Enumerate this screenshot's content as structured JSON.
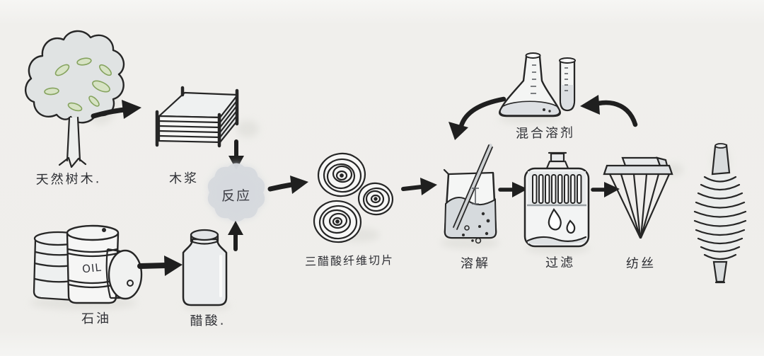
{
  "diagram": {
    "description_labels": {
      "natural_wood": "天然树木.",
      "wood_pulp": "木浆",
      "reaction": "反应",
      "petroleum": "石油",
      "oil_barrel_text": "OIL",
      "acetic_acid": "醋酸.",
      "triacetate_chips": "三醋酸纤维切片",
      "mixed_solvent": "混合溶剂",
      "dissolve": "溶解",
      "filter": "过滤",
      "spinning": "纺丝"
    },
    "flow_arrows": [
      {
        "from": "natural_wood",
        "to": "wood_pulp",
        "style": "straight"
      },
      {
        "from": "wood_pulp",
        "to": "reaction",
        "style": "straight"
      },
      {
        "from": "petroleum",
        "to": "acetic_acid",
        "style": "straight"
      },
      {
        "from": "acetic_acid",
        "to": "reaction",
        "style": "straight"
      },
      {
        "from": "reaction",
        "to": "triacetate_chips",
        "style": "straight"
      },
      {
        "from": "triacetate_chips",
        "to": "dissolve",
        "style": "straight"
      },
      {
        "from": "mixed_solvent",
        "to": "dissolve",
        "style": "curved"
      },
      {
        "from": "dissolve",
        "to": "filter",
        "style": "straight"
      },
      {
        "from": "filter",
        "to": "spinning",
        "style": "straight"
      },
      {
        "from": "spinning",
        "to": "mixed_solvent",
        "style": "curved"
      }
    ],
    "colors": {
      "background": "#efeeeb",
      "ink": "#262626",
      "light_fill": "#eceeee",
      "gray_wash": "#d7dade",
      "leaf_green_stroke": "#85a35e",
      "leaf_green_fill": "#d7e3c4"
    }
  }
}
